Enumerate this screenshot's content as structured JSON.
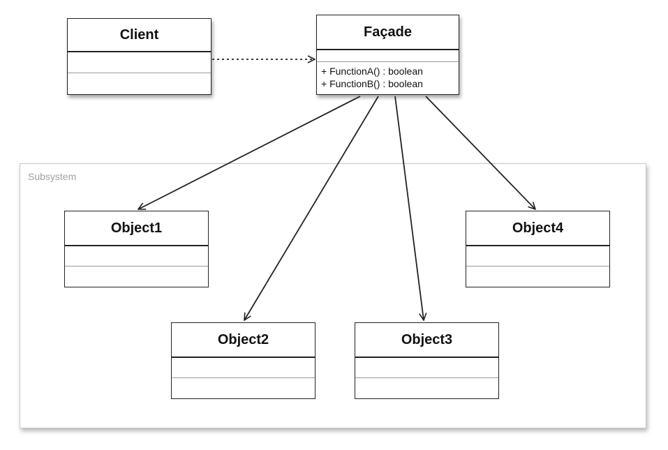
{
  "subsystem": {
    "label": "Subsystem"
  },
  "client": {
    "name": "Client"
  },
  "facade": {
    "name": "Façade",
    "operations": [
      "+ FunctionA() : boolean",
      "+ FunctionB() : boolean"
    ]
  },
  "objects": [
    "Object1",
    "Object2",
    "Object3",
    "Object4"
  ]
}
